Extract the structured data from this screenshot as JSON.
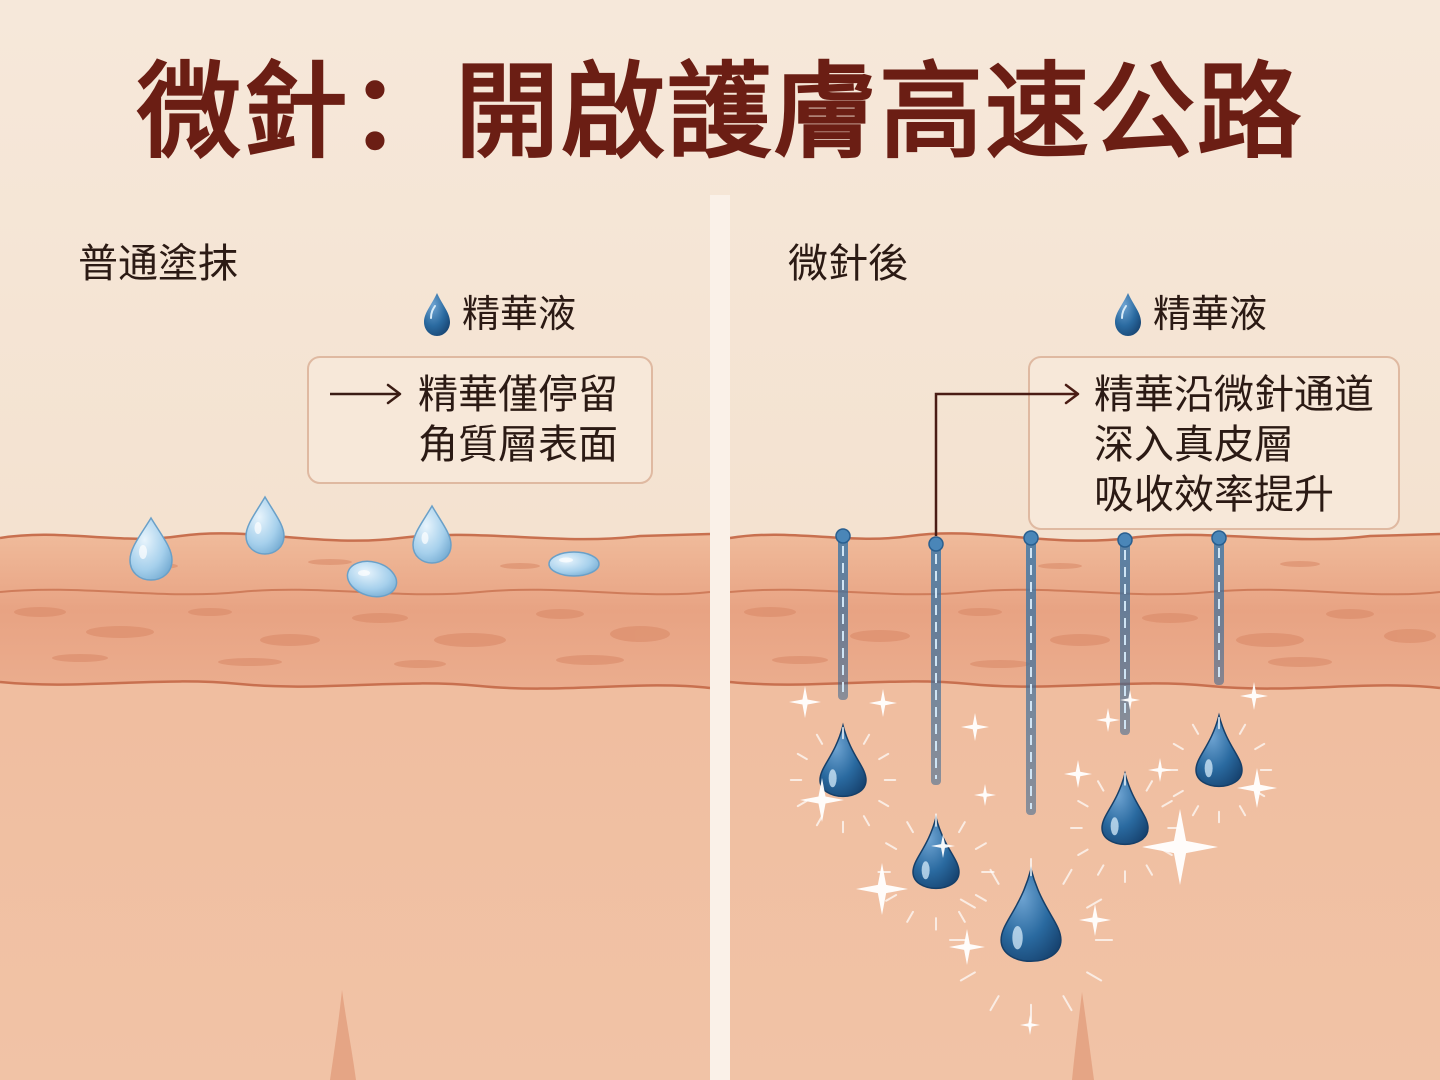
{
  "title": "微針：開啟護膚高速公路",
  "left_panel": {
    "label": "普通塗抹",
    "serum_label": "精華液",
    "note_lines": [
      "精華僅停留",
      "角質層表面"
    ]
  },
  "right_panel": {
    "label": "微針後",
    "serum_label": "精華液",
    "note_lines": [
      "精華沿微針通道",
      "深入真皮層",
      "吸收效率提升"
    ]
  },
  "icons": {
    "serum": "water-drop-icon",
    "arrow": "arrow-right-icon",
    "sparkle": "sparkle-icon"
  },
  "colors": {
    "background": "#f6e6d6",
    "title": "#6b1e14",
    "skin_dermis": "#eeb596",
    "skin_epidermis": "#e9a686",
    "skin_line": "#c8704f",
    "serum_light": "#9fc9e6",
    "serum_deep": "#1f5a8c",
    "note_border": "#dfb9a1"
  }
}
